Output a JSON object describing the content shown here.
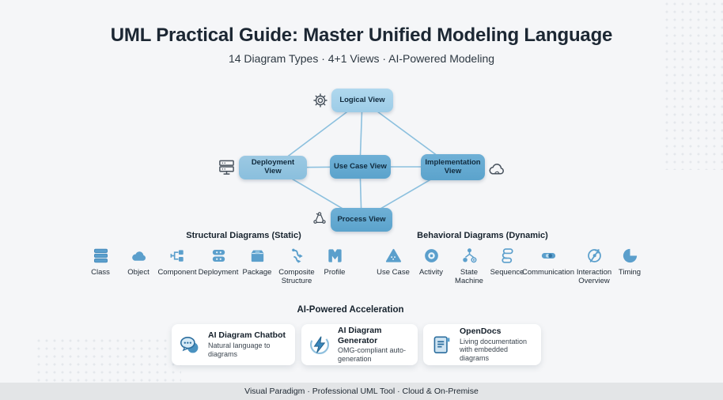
{
  "header": {
    "title": "UML Practical Guide: Master Unified Modeling Language",
    "subtitle": "14 Diagram Types · 4+1 Views · AI-Powered Modeling"
  },
  "views": {
    "logical": {
      "label": "Logical View",
      "icon": "gear-icon"
    },
    "deployment": {
      "label": "Deployment View",
      "icon": "server-icon"
    },
    "use_case": {
      "label": "Use Case View"
    },
    "implementation": {
      "label": "Implementation View",
      "icon": "cloud-icon"
    },
    "process": {
      "label": "Process View",
      "icon": "process-cycle-icon"
    }
  },
  "sections": {
    "structural": {
      "heading": "Structural Diagrams (Static)",
      "items": [
        {
          "label": "Class",
          "icon": "class-icon"
        },
        {
          "label": "Object",
          "icon": "object-icon"
        },
        {
          "label": "Component",
          "icon": "component-icon"
        },
        {
          "label": "Deployment",
          "icon": "deployment-icon"
        },
        {
          "label": "Package",
          "icon": "package-icon"
        },
        {
          "label": "Composite Structure",
          "icon": "composite-structure-icon"
        },
        {
          "label": "Profile",
          "icon": "profile-icon"
        }
      ]
    },
    "behavioral": {
      "heading": "Behavioral Diagrams (Dynamic)",
      "items": [
        {
          "label": "Use Case",
          "icon": "use-case-icon"
        },
        {
          "label": "Activity",
          "icon": "activity-icon"
        },
        {
          "label": "State Machine",
          "icon": "state-machine-icon"
        },
        {
          "label": "Sequence",
          "icon": "sequence-icon"
        },
        {
          "label": "Communication",
          "icon": "communication-icon"
        },
        {
          "label": "Interaction Overview",
          "icon": "interaction-overview-icon"
        },
        {
          "label": "Timing",
          "icon": "timing-icon"
        }
      ]
    },
    "ai": {
      "heading": "AI-Powered Acceleration",
      "cards": [
        {
          "title": "AI Diagram Chatbot",
          "desc": "Natural language to diagrams",
          "icon": "chat-icon"
        },
        {
          "title": "AI Diagram Generator",
          "desc": "OMG-compliant auto-generation",
          "icon": "bolt-icon"
        },
        {
          "title": "OpenDocs",
          "desc": "Living documentation with embedded diagrams",
          "icon": "document-icon"
        }
      ]
    }
  },
  "footer": {
    "text": "Visual Paradigm · Professional UML Tool · Cloud & On-Premise"
  },
  "colors": {
    "background": "#f5f6f8",
    "footer_bar": "#e3e5e7",
    "box_lightest": "#a7d2ea",
    "box_light": "#93c4e0",
    "box_medium": "#64a9d1",
    "connector": "#8cc0de",
    "icon_blue": "#5b9fcc",
    "title_dark": "#1c2733"
  }
}
